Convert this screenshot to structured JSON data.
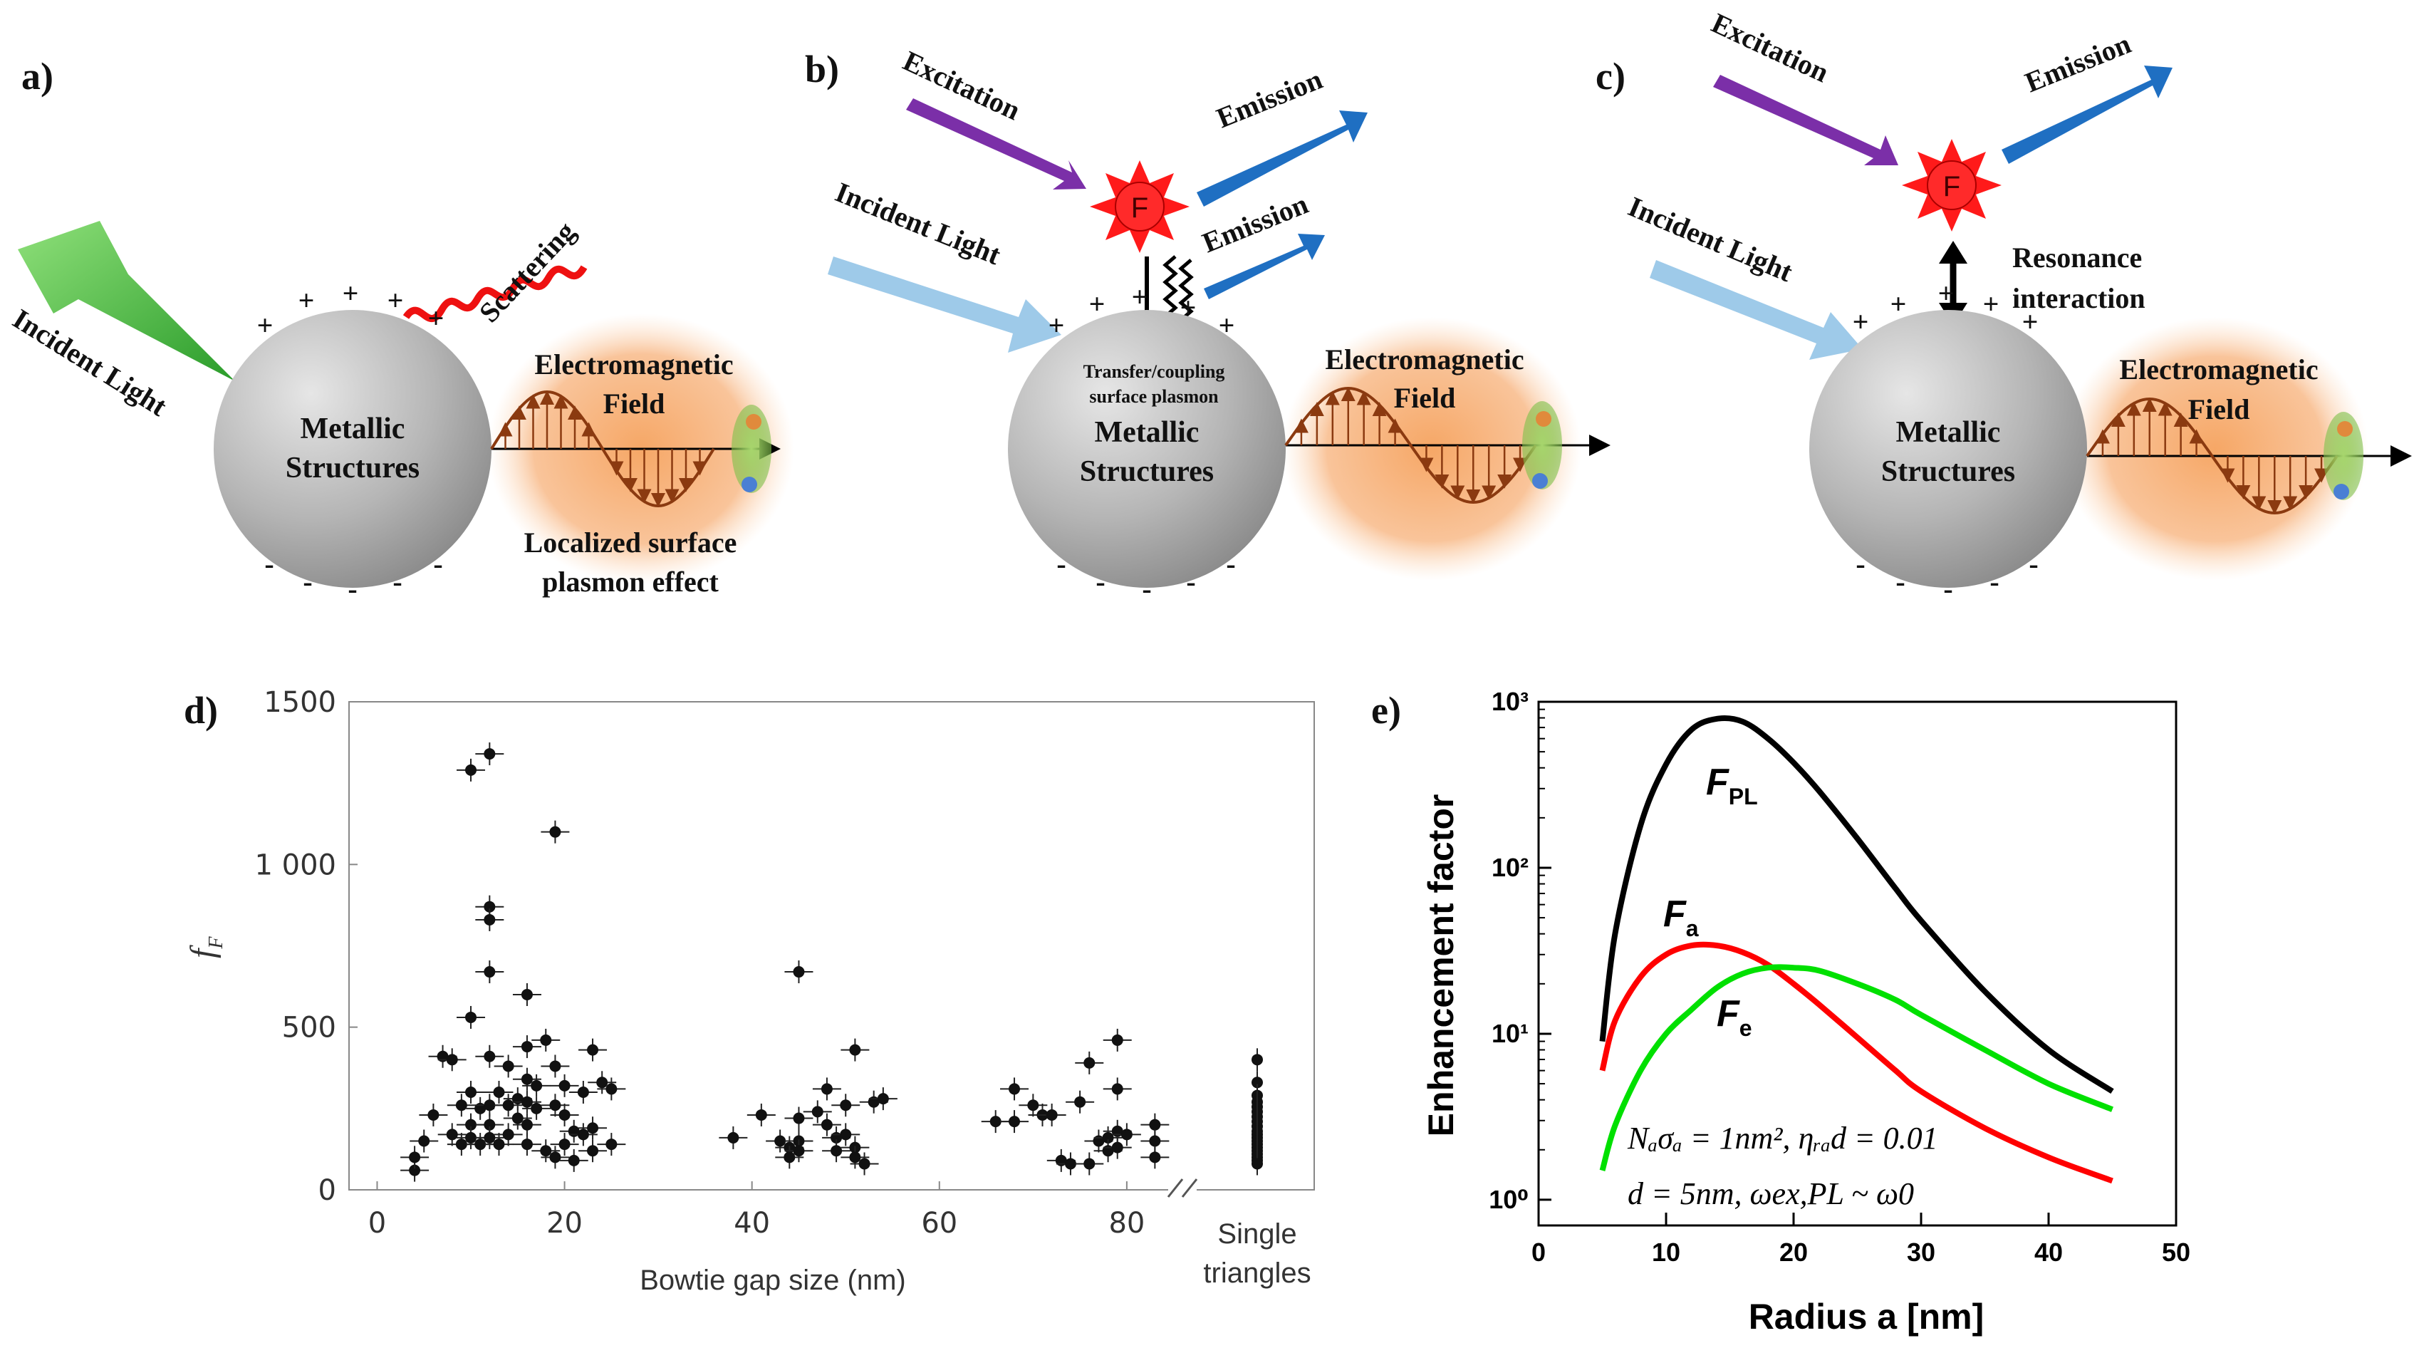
{
  "panels": {
    "a": {
      "letter": "a)",
      "incident": "Incident Light",
      "scattering": "Scattering",
      "sphere_line1": "Metallic",
      "sphere_line2": "Structures",
      "em_line1": "Electromagnetic",
      "em_line2": "Field",
      "lsp_line1": "Localized surface",
      "lsp_line2": "plasmon effect",
      "plus": "+",
      "minus": "-"
    },
    "b": {
      "letter": "b)",
      "excitation": "Excitation",
      "emission1": "Emission",
      "emission2": "Emission",
      "incident": "Incident Light",
      "fluor": "F",
      "transfer_line1": "Transfer/coupling",
      "transfer_line2": "surface plasmon",
      "sphere_line1": "Metallic",
      "sphere_line2": "Structures",
      "em_line1": "Electromagnetic",
      "em_line2": "Field"
    },
    "c": {
      "letter": "c)",
      "excitation": "Excitation",
      "emission": "Emission",
      "incident": "Incident Light",
      "fluor": "F",
      "res_line1": "Resonance",
      "res_line2": "interaction",
      "sphere_line1": "Metallic",
      "sphere_line2": "Structures",
      "em_line1": "Electromagnetic",
      "em_line2": "Field"
    },
    "d": {
      "letter": "d)",
      "ylabel": "f",
      "ylabel_sub": "F",
      "xlabel": "Bowtie gap size (nm)",
      "single_line1": "Single",
      "single_line2": "triangles"
    },
    "e": {
      "letter": "e)",
      "ylabel": "Enhancement factor",
      "xlabel": "Radius a [nm]",
      "ann_line1": "Nₐσₐ = 1nm², ηᵣₐd = 0.01",
      "ann_line2": "d = 5nm, ωex,PL ~ ω0"
    }
  },
  "chart_data": [
    {
      "type": "scatter",
      "panel": "d",
      "xlabel": "Bowtie gap size (nm)",
      "ylabel": "fF",
      "xlim": [
        -3,
        100
      ],
      "ylim": [
        0,
        1500
      ],
      "xticks": [
        0,
        20,
        40,
        60,
        80
      ],
      "yticks": [
        0,
        500,
        1000,
        1500
      ],
      "ytick_labels": [
        "0",
        "500",
        "1 000",
        "1500"
      ],
      "extra_category": "Single triangles",
      "points": [
        [
          4,
          60
        ],
        [
          4,
          100
        ],
        [
          5,
          150
        ],
        [
          6,
          230
        ],
        [
          7,
          410
        ],
        [
          8,
          400
        ],
        [
          8,
          170
        ],
        [
          9,
          140
        ],
        [
          9,
          260
        ],
        [
          10,
          1290
        ],
        [
          10,
          530
        ],
        [
          10,
          300
        ],
        [
          10,
          200
        ],
        [
          10,
          160
        ],
        [
          11,
          140
        ],
        [
          11,
          250
        ],
        [
          12,
          1340
        ],
        [
          12,
          870
        ],
        [
          12,
          830
        ],
        [
          12,
          670
        ],
        [
          12,
          410
        ],
        [
          12,
          260
        ],
        [
          12,
          200
        ],
        [
          12,
          160
        ],
        [
          13,
          140
        ],
        [
          13,
          300
        ],
        [
          14,
          380
        ],
        [
          14,
          260
        ],
        [
          14,
          170
        ],
        [
          15,
          220
        ],
        [
          15,
          280
        ],
        [
          16,
          340
        ],
        [
          16,
          600
        ],
        [
          16,
          440
        ],
        [
          16,
          270
        ],
        [
          16,
          200
        ],
        [
          16,
          140
        ],
        [
          17,
          320
        ],
        [
          17,
          250
        ],
        [
          18,
          460
        ],
        [
          18,
          120
        ],
        [
          19,
          1100
        ],
        [
          19,
          380
        ],
        [
          19,
          260
        ],
        [
          19,
          100
        ],
        [
          20,
          320
        ],
        [
          20,
          230
        ],
        [
          20,
          140
        ],
        [
          21,
          180
        ],
        [
          21,
          90
        ],
        [
          22,
          300
        ],
        [
          22,
          170
        ],
        [
          23,
          430
        ],
        [
          23,
          190
        ],
        [
          23,
          120
        ],
        [
          24,
          330
        ],
        [
          25,
          310
        ],
        [
          25,
          140
        ],
        [
          38,
          160
        ],
        [
          41,
          230
        ],
        [
          43,
          150
        ],
        [
          44,
          130
        ],
        [
          44,
          100
        ],
        [
          45,
          670
        ],
        [
          45,
          220
        ],
        [
          45,
          150
        ],
        [
          45,
          120
        ],
        [
          47,
          240
        ],
        [
          48,
          310
        ],
        [
          48,
          200
        ],
        [
          49,
          160
        ],
        [
          49,
          120
        ],
        [
          50,
          260
        ],
        [
          50,
          170
        ],
        [
          51,
          430
        ],
        [
          51,
          130
        ],
        [
          51,
          100
        ],
        [
          52,
          80
        ],
        [
          53,
          270
        ],
        [
          54,
          280
        ],
        [
          66,
          210
        ],
        [
          68,
          210
        ],
        [
          68,
          310
        ],
        [
          70,
          260
        ],
        [
          71,
          230
        ],
        [
          72,
          230
        ],
        [
          73,
          90
        ],
        [
          74,
          80
        ],
        [
          75,
          270
        ],
        [
          76,
          390
        ],
        [
          76,
          80
        ],
        [
          77,
          150
        ],
        [
          78,
          160
        ],
        [
          78,
          120
        ],
        [
          79,
          460
        ],
        [
          79,
          310
        ],
        [
          79,
          180
        ],
        [
          79,
          130
        ],
        [
          80,
          170
        ],
        [
          83,
          200
        ],
        [
          83,
          150
        ],
        [
          83,
          100
        ]
      ],
      "single_triangles": [
        400,
        330,
        290,
        270,
        255,
        240,
        225,
        210,
        195,
        180,
        170,
        160,
        150,
        140,
        130,
        120,
        110,
        100,
        90,
        80
      ]
    },
    {
      "type": "line",
      "panel": "e",
      "xlabel": "Radius a [nm]",
      "ylabel": "Enhancement factor",
      "yscale": "log",
      "xlim": [
        0,
        50
      ],
      "ylim": [
        0.7,
        1000
      ],
      "xticks": [
        0,
        10,
        20,
        30,
        40,
        50
      ],
      "yticks": [
        1,
        10,
        100,
        1000
      ],
      "ytick_labels": [
        "10⁰",
        "10¹",
        "10²",
        "10³"
      ],
      "series": [
        {
          "name": "FPL",
          "color": "#000000",
          "x": [
            5,
            6,
            8,
            10,
            12,
            14,
            16,
            18,
            20,
            22,
            25,
            28,
            30,
            35,
            40,
            45
          ],
          "y": [
            9,
            40,
            180,
            420,
            680,
            790,
            760,
            600,
            430,
            290,
            150,
            75,
            48,
            18,
            8,
            4.5
          ]
        },
        {
          "name": "Fa",
          "color": "#ff0000",
          "x": [
            5,
            6,
            8,
            10,
            12,
            14,
            16,
            18,
            20,
            22,
            25,
            28,
            30,
            35,
            40,
            45
          ],
          "y": [
            6,
            12,
            22,
            30,
            34,
            34,
            31,
            26,
            20,
            15,
            9.5,
            6,
            4.5,
            2.7,
            1.8,
            1.3
          ]
        },
        {
          "name": "Fe",
          "color": "#00e000",
          "x": [
            5,
            6,
            8,
            10,
            12,
            14,
            16,
            18,
            20,
            22,
            25,
            28,
            30,
            35,
            40,
            45
          ],
          "y": [
            1.5,
            2.8,
            6,
            10,
            14,
            19,
            23,
            25,
            25,
            24,
            20,
            16,
            13,
            8,
            5,
            3.5
          ]
        }
      ]
    }
  ]
}
